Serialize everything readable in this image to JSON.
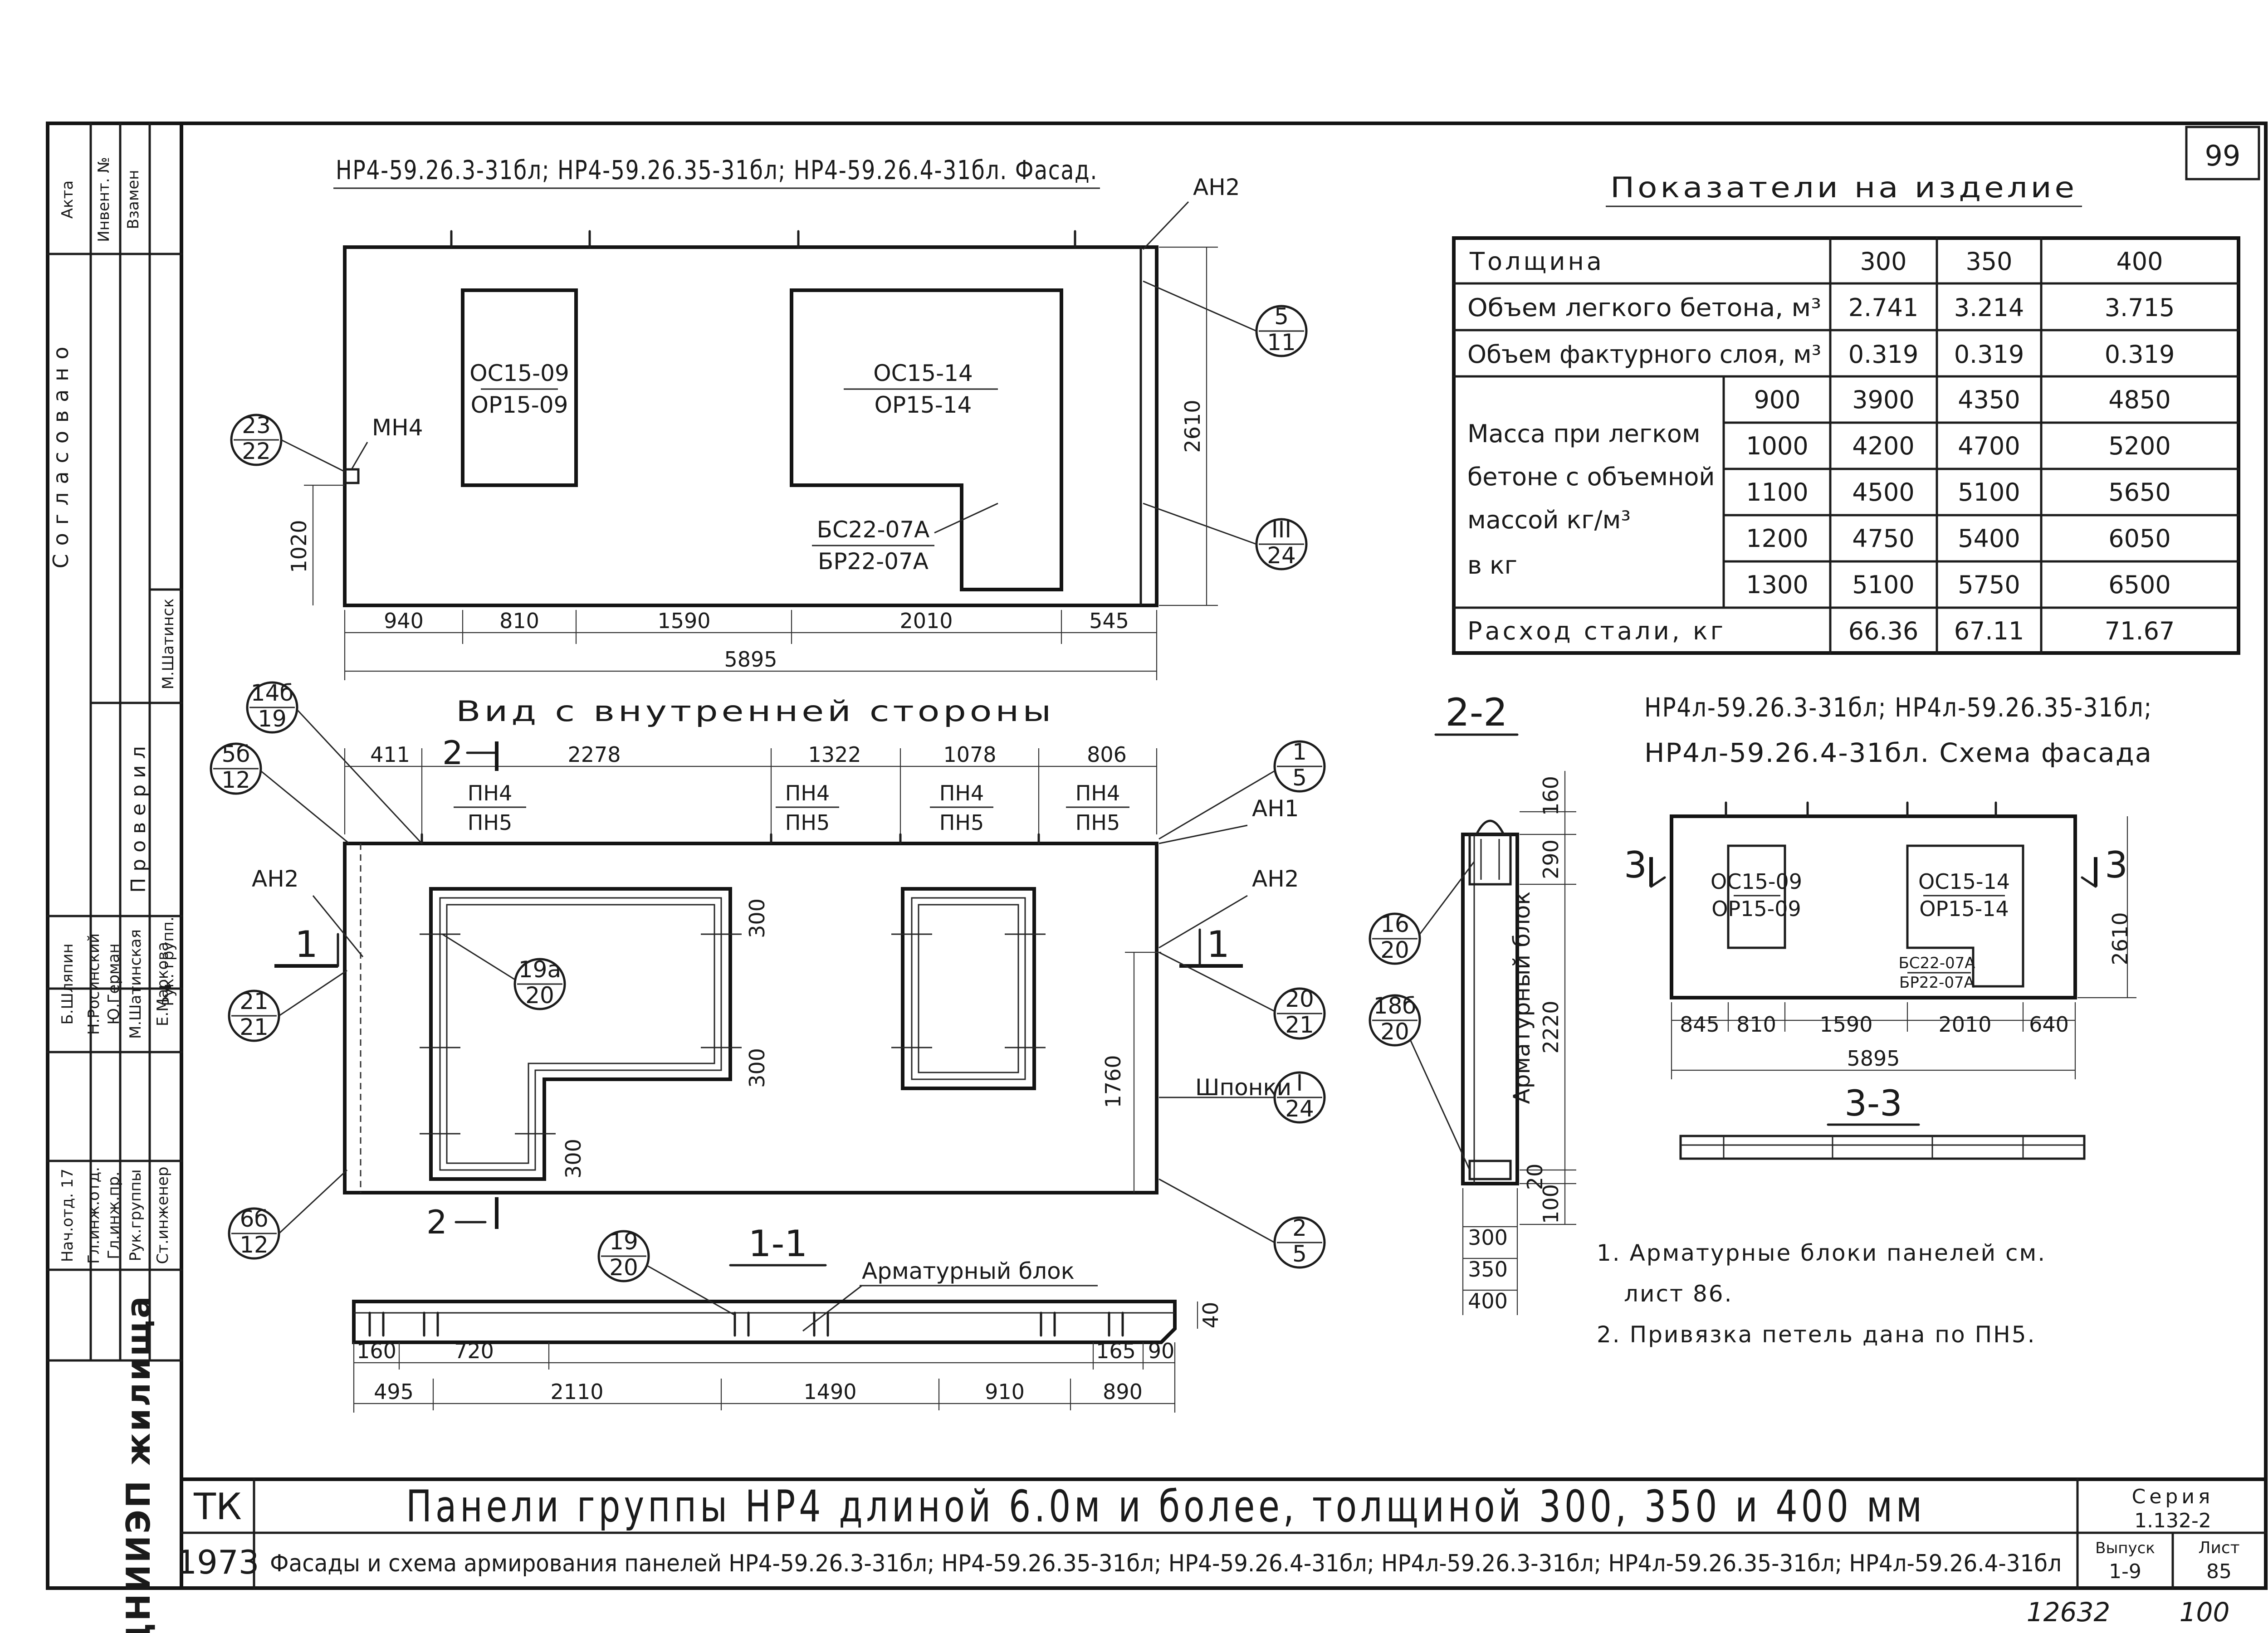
{
  "sheet": {
    "number_top": "99",
    "series_label": "Серия",
    "series_value": "1.132-2",
    "issue_label": "Выпуск",
    "issue_value": "1-9",
    "sheet_label": "Лист",
    "sheet_value": "85",
    "code_tk": "ТК",
    "year": "1973",
    "org": "ЦНИИЭП жилища",
    "title": "Панели группы НР4 длиной 6.0м и более, толщиной 300, 350 и 400 мм",
    "subtitle": "Фасады и схема армирования панелей НР4-59.26.3-31бл; НР4-59.26.35-31бл; НР4-59.26.4-31бл; НР4л-59.26.3-31бл; НР4л-59.26.35-31бл; НР4л-59.26.4-31бл",
    "bottom_note_a": "12632",
    "bottom_note_b": "100"
  },
  "side_stamp": {
    "agreed": "Согласовано",
    "akta": "Акта",
    "invent": "Инвент. №",
    "vzamen": "Взамен",
    "checked": "Проверил",
    "rows": [
      {
        "role": "Нач.отд. 17",
        "name": "Б.Шляпин"
      },
      {
        "role": "Гл.инж.отд.",
        "name": "Н.Росинский"
      },
      {
        "role": "Гл.инж.пр.",
        "name": "Ю.Герман"
      },
      {
        "role": "Рук.группы",
        "name": "М.Шатинская"
      },
      {
        "role": "Ст.инженер",
        "name": "Е.Маркова"
      }
    ],
    "group_head": "Рук. групп.",
    "group_head_name": "М.Шатинск"
  },
  "facade": {
    "heading": "НР4-59.26.3-31бл; НР4-59.26.35-31бл; НР4-59.26.4-31бл. Фасад.",
    "window_left_top": "ОС15-09",
    "window_left_bottom": "ОР15-09",
    "window_right_top": "ОС15-14",
    "window_right_bottom": "ОР15-14",
    "door_top": "БС22-07А",
    "door_bottom": "БР22-07А",
    "mark_mn": "МН4",
    "mark_an2": "АН2",
    "dims": [
      "940",
      "810",
      "1590",
      "2010",
      "545"
    ],
    "total": "5895",
    "height": "2610",
    "sill": "1020",
    "callouts": [
      {
        "top": "23",
        "bottom": "22"
      },
      {
        "top": "5",
        "bottom": "11"
      },
      {
        "top": "III",
        "bottom": "24"
      }
    ]
  },
  "inner_view": {
    "heading": "Вид с внутренней стороны",
    "dims": [
      "411",
      "2278",
      "1322",
      "1078",
      "806"
    ],
    "loop_top": "ПН4",
    "loop_bottom": "ПН5",
    "mark_an1": "АН1",
    "mark_an2": "АН2",
    "mark_shponki": "Шпонки",
    "dim_300": "300",
    "height_1760": "1760",
    "section_1": "1",
    "section_2": "2",
    "section_2_2": "2-2",
    "callouts": [
      {
        "top": "14б",
        "bottom": "19"
      },
      {
        "top": "5б",
        "bottom": "12"
      },
      {
        "top": "1",
        "bottom": "5"
      },
      {
        "top": "19а",
        "bottom": "20"
      },
      {
        "top": "21",
        "bottom": "21"
      },
      {
        "top": "20",
        "bottom": "21"
      },
      {
        "top": "I",
        "bottom": "24"
      },
      {
        "top": "6б",
        "bottom": "12"
      },
      {
        "top": "2",
        "bottom": "5"
      },
      {
        "top": "19",
        "bottom": "20"
      }
    ]
  },
  "section_1_1": {
    "label": "1-1",
    "block_label": "Арматурный блок",
    "dims_top": [
      "160",
      "720",
      "165",
      "90"
    ],
    "dims_bottom": [
      "495",
      "2110",
      "1490",
      "910",
      "890"
    ],
    "depth": "40"
  },
  "section_2_2_block": {
    "label": "2-2",
    "block_label": "Арматурный блок",
    "dims": [
      "160",
      "290",
      "2220",
      "20",
      "100"
    ],
    "thickness": [
      "300",
      "350",
      "400"
    ],
    "callouts": [
      {
        "top": "16",
        "bottom": "20"
      },
      {
        "top": "18б",
        "bottom": "20"
      }
    ]
  },
  "indicators": {
    "heading": "Показатели на изделие",
    "thickness_label": "Толщина",
    "thickness_values": [
      "300",
      "350",
      "400"
    ],
    "light_concrete_label": "Объем легкого бетона, м³",
    "light_concrete_values": [
      "2.741",
      "3.214",
      "3.715"
    ],
    "facing_label": "Объем фактурного слоя, м³",
    "facing_values": [
      "0.319",
      "0.319",
      "0.319"
    ],
    "mass_label_lines": [
      "Масса при легком",
      "бетоне с объемной",
      "массой кг/м³",
      "в кг"
    ],
    "mass_rows": [
      {
        "density": "900",
        "values": [
          "3900",
          "4350",
          "4850"
        ]
      },
      {
        "density": "1000",
        "values": [
          "4200",
          "4700",
          "5200"
        ]
      },
      {
        "density": "1100",
        "values": [
          "4500",
          "5100",
          "5650"
        ]
      },
      {
        "density": "1200",
        "values": [
          "4750",
          "5400",
          "6050"
        ]
      },
      {
        "density": "1300",
        "values": [
          "5100",
          "5750",
          "6500"
        ]
      }
    ],
    "steel_label": "Расход стали, кг",
    "steel_values": [
      "66.36",
      "67.11",
      "71.67"
    ]
  },
  "scheme": {
    "heading_line1": "НР4л-59.26.3-31бл; НР4л-59.26.35-31бл;",
    "heading_line2": "НР4л-59.26.4-31бл. Схема фасада",
    "window_left_top": "ОС15-09",
    "window_left_bottom": "ОР15-09",
    "window_right_top": "ОС15-14",
    "window_right_bottom": "ОР15-14",
    "door_top": "БС22-07А",
    "door_bottom": "БР22-07А",
    "section_3": "3",
    "height": "2610",
    "dims": [
      "845",
      "810",
      "1590",
      "2010",
      "640"
    ],
    "total": "5895",
    "section_label": "3-3"
  },
  "notes": [
    "1. Арматурные блоки панелей см.",
    "лист 86.",
    "2. Привязка петель дана по ПН5."
  ]
}
